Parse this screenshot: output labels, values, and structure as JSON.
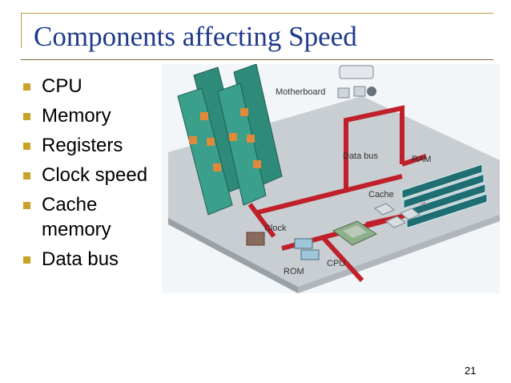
{
  "slide": {
    "title": "Components affecting Speed",
    "bullets": [
      "CPU",
      "Memory",
      "Registers",
      "Clock speed",
      "Cache memory",
      "Data bus"
    ],
    "page_number": "21",
    "accent_color": "#c9a227",
    "title_color": "#1f3a8c"
  },
  "diagram": {
    "labels": {
      "motherboard": "Motherboard",
      "data_bus": "Data bus",
      "ram": "RAM",
      "cache": "Cache",
      "clock": "Clock",
      "cpu": "CPU",
      "rom": "ROM"
    }
  }
}
